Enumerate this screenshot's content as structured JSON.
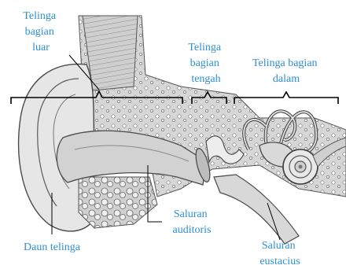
{
  "labels": {
    "outer_ear": [
      "Telinga",
      "bagian",
      "luar"
    ],
    "middle_ear": [
      "Telinga",
      "bagian",
      "tengah"
    ],
    "inner_ear": [
      "Telinga bagian",
      "dalam"
    ],
    "pinna": "Daun telinga",
    "auditory_canal": [
      "Saluran",
      "auditoris"
    ],
    "eustachian_tube": [
      "Saluran",
      "eustacius"
    ]
  },
  "colors": {
    "label": "#2f8fcf",
    "leader": "#000000",
    "bracket": "#000000",
    "tissue_light": "#e3e3e3",
    "tissue_mid": "#c9c9c9",
    "tissue_dark": "#9a9a9a",
    "outline": "#4a4a4a"
  }
}
